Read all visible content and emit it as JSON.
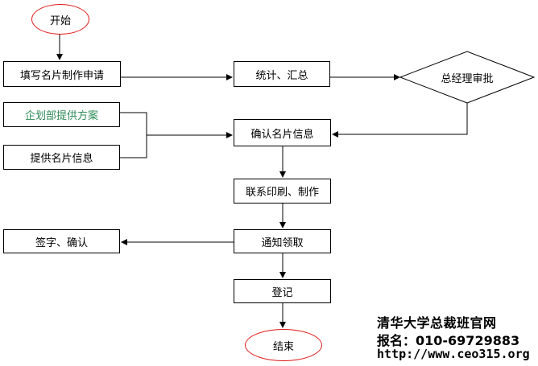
{
  "nodes": {
    "start": "开始",
    "fill_application": "填写名片制作申请",
    "statistics": "统计、汇总",
    "gm_approval": "总经理审批",
    "plan_provide": "企划部提供方案",
    "info_provide": "提供名片信息",
    "confirm_info": "确认名片信息",
    "print_make": "联系印刷、制作",
    "notify_collect": "通知领取",
    "sign_confirm": "签字、确认",
    "register": "登记",
    "end": "结束"
  },
  "footer": {
    "line1": "清华大学总裁班官网",
    "line2": "报名：010-69729883",
    "line3": "http://www.ceo315.org"
  },
  "colors": {
    "oval_border": "#e01818",
    "green_text": "#2e8b57",
    "line": "#000000"
  }
}
